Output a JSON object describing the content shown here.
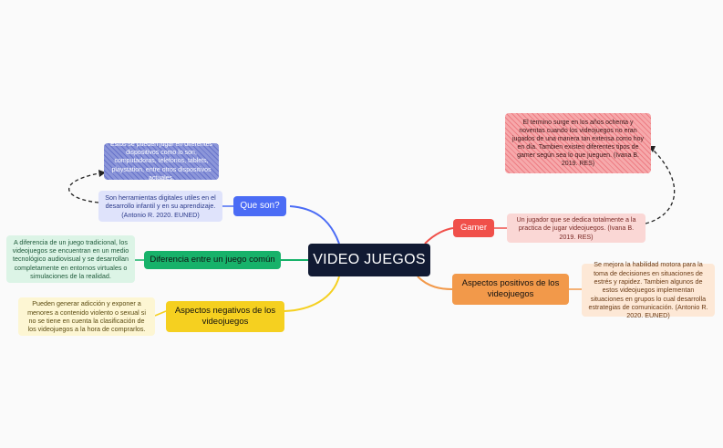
{
  "center": {
    "label": "VIDEO JUEGOS"
  },
  "branches": {
    "que_son": {
      "label": "Que son?",
      "color": "#4b6cf5",
      "note": "Son herramientas digitales utiles en el desarrollo infantil y en su aprendizaje. (Antonio R. 2020. EUNED)",
      "callout": "Estos se pueden jugar en diferentes dispositivos como lo son, computadoras, telefonos, tablets, playstation, entre otros dispositivos actuales."
    },
    "diferencia": {
      "label": "Diferencia entre un juego común",
      "color": "#17b26a",
      "note": "A diferencia de un juego tradicional, los videojuegos se encuentran en un medio tecnológico audiovisual y se desarrollan completamente en entornos virtuales o simulaciones de la realidad."
    },
    "negativos": {
      "label": "Aspectos negativos de los videojuegos",
      "color": "#f5d020",
      "note": "Pueden generar adicción y exponer a menores a contenido violento o sexual si no se tiene en cuenta la clasificación de los videojuegos a la hora de comprarlos."
    },
    "gamer": {
      "label": "Gamer",
      "color": "#f0504a",
      "note": "Un jugador que se dedica totalmente a la practica de jugar videojuegos. (Ivana B. 2019. RES)",
      "callout": "El termino surge en los años ochenta y noventas cuando los videojuegos no eran jugados de una manera tan extensa como hoy en día. Tambien existen diferentes tipos de gamer según sea lo que jueguen. (Ivana B. 2019. RES)"
    },
    "positivos": {
      "label": "Aspectos positivos de los videojuegos",
      "color": "#f2994a",
      "note": "Se mejora la habilidad motora para la toma de decisiones en situaciones de estrés y rapidez. Tambien algunos de estos videojuegos implementan situaciones en grupos lo cual desarrolla estrategias de comunicación. (Antonio R. 2020. EUNED)"
    }
  }
}
